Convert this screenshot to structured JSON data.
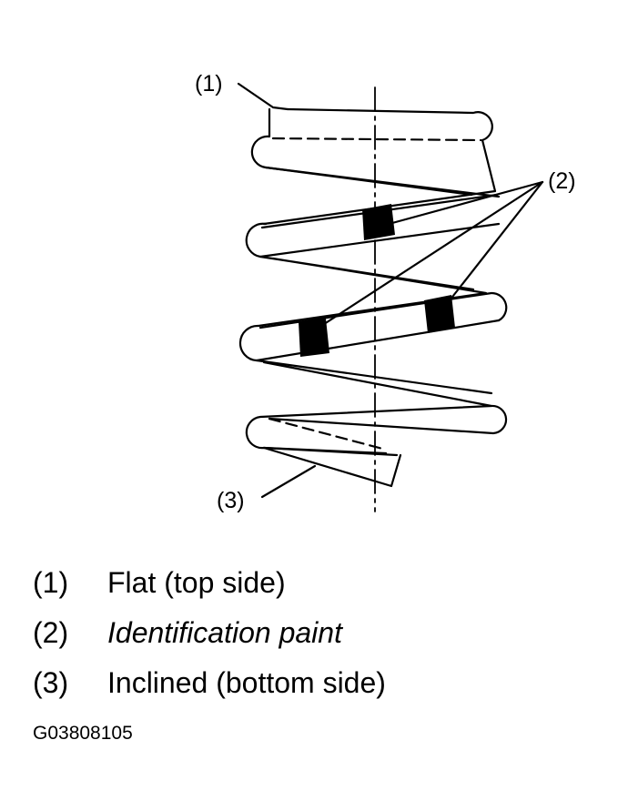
{
  "callouts": [
    {
      "id": "1",
      "label": "(1)"
    },
    {
      "id": "2",
      "label": "(2)"
    },
    {
      "id": "3",
      "label": "(3)"
    }
  ],
  "legend": [
    {
      "num": "(1)",
      "text": "Flat (top side)",
      "italic": false
    },
    {
      "num": "(2)",
      "text": "Identification paint",
      "italic": true
    },
    {
      "num": "(3)",
      "text": "Inclined (bottom side)",
      "italic": false
    }
  ],
  "figure_code": "G03808105"
}
